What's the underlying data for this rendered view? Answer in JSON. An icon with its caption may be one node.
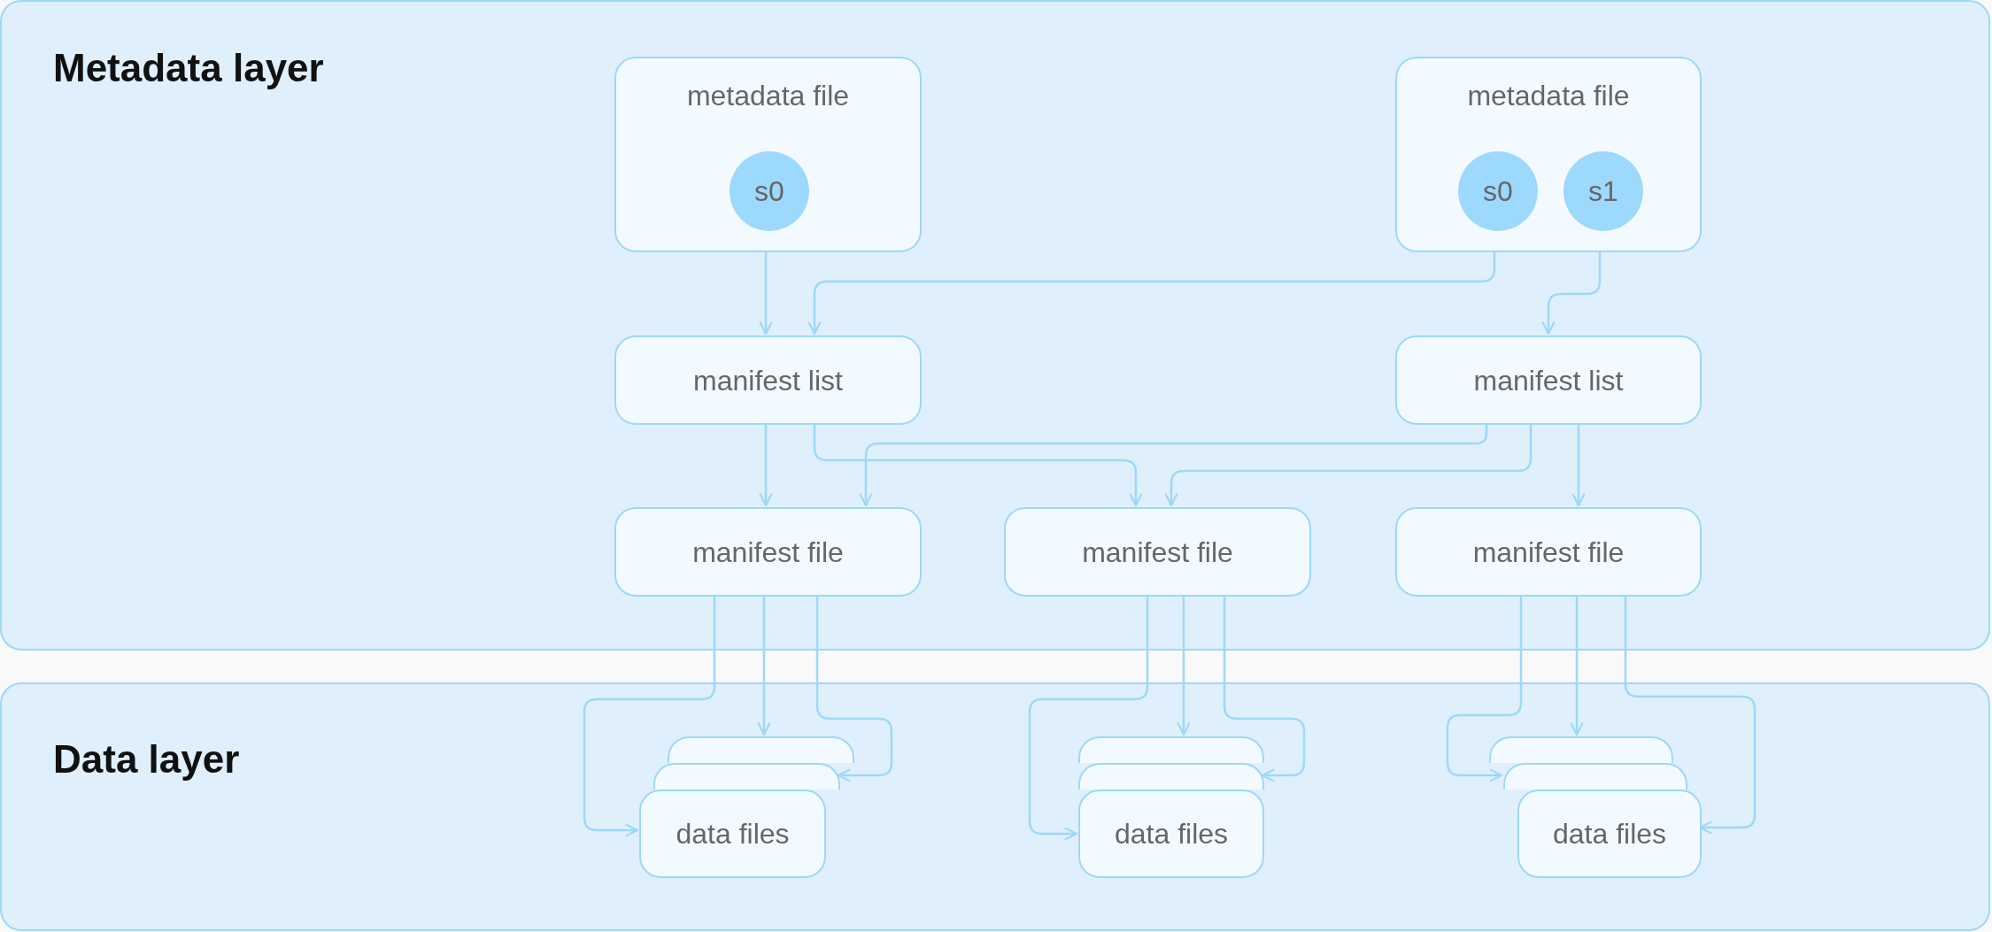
{
  "diagram": {
    "nodes": [
      {
        "text": [
          "Metadata layer"
        ]
      },
      {
        "text": [
          "Data layer"
        ]
      },
      {
        "text": [
          "metadata file"
        ],
        "in": 0
      },
      {
        "text": [
          "s0"
        ],
        "in": 2
      },
      {
        "text": [
          "metadata file"
        ],
        "in": 0
      },
      {
        "text": [
          "s0"
        ],
        "in": 4
      },
      {
        "text": [
          "s1"
        ],
        "in": 4
      },
      {
        "text": [
          "manifest list"
        ],
        "in": 0
      },
      {
        "text": [
          "manifest list"
        ],
        "in": 0
      },
      {
        "text": [
          "manifest file"
        ],
        "in": 0
      },
      {
        "text": [
          "manifest file"
        ],
        "in": 0
      },
      {
        "text": [
          "manifest file"
        ],
        "in": 0
      },
      {
        "text": [],
        "shape": "box",
        "in": 1
      },
      {
        "text": [],
        "shape": "box",
        "in": 1
      },
      {
        "text": [
          "data files"
        ],
        "in": 1
      },
      {
        "text": [],
        "shape": "box",
        "in": 1
      },
      {
        "text": [],
        "shape": "box",
        "in": 1
      },
      {
        "text": [
          "data files"
        ],
        "in": 1
      },
      {
        "text": [],
        "shape": "box",
        "in": 1
      },
      {
        "text": [],
        "shape": "box",
        "in": 1
      },
      {
        "text": [
          "data files"
        ],
        "in": 1
      }
    ],
    "edges": [
      {
        "from": 3,
        "to": 7,
        "arrow": "to"
      },
      {
        "from": 5,
        "to": 7,
        "arrow": "to"
      },
      {
        "from": 6,
        "to": 8,
        "arrow": "to"
      },
      {
        "from": 7,
        "to": 9,
        "arrow": "to"
      },
      {
        "from": 7,
        "to": 10,
        "arrow": "to"
      },
      {
        "from": 8,
        "to": 9,
        "arrow": "to"
      },
      {
        "from": 8,
        "to": 10,
        "arrow": "to"
      },
      {
        "from": 8,
        "to": 11,
        "arrow": "to"
      },
      {
        "from": 9,
        "to": 14,
        "arrow": "to"
      },
      {
        "from": 9,
        "to": 12,
        "arrow": "to"
      },
      {
        "from": 9,
        "to": 13,
        "arrow": "to"
      },
      {
        "from": 10,
        "to": 17,
        "arrow": "to"
      },
      {
        "from": 10,
        "to": 15,
        "arrow": "to"
      },
      {
        "from": 10,
        "to": 16,
        "arrow": "to"
      },
      {
        "from": 11,
        "to": 19,
        "arrow": "to"
      },
      {
        "from": 11,
        "to": 18,
        "arrow": "to"
      },
      {
        "from": 11,
        "to": 20,
        "arrow": "to"
      }
    ]
  }
}
